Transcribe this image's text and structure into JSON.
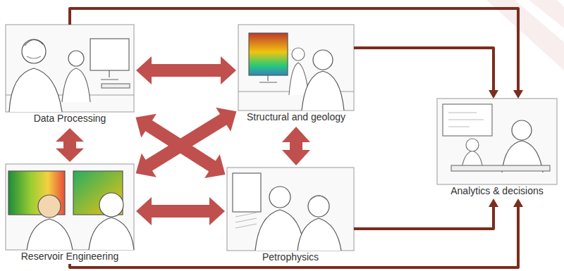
{
  "diagram": {
    "nodes": [
      {
        "text": [
          "Data Processing"
        ]
      },
      {
        "text": [
          "Structural and geology"
        ]
      },
      {
        "text": [
          "Reservoir Engineering"
        ]
      },
      {
        "text": [
          "Petrophysics"
        ]
      },
      {
        "text": [
          "Analytics & decisions"
        ]
      }
    ],
    "edges": [
      {
        "from": 0,
        "to": 1,
        "arrow": "both"
      },
      {
        "from": 0,
        "to": 2,
        "arrow": "both"
      },
      {
        "from": 1,
        "to": 3,
        "arrow": "both"
      },
      {
        "from": 2,
        "to": 3,
        "arrow": "both"
      },
      {
        "from": 0,
        "to": 3,
        "arrow": "both"
      },
      {
        "from": 1,
        "to": 2,
        "arrow": "both"
      },
      {
        "from": 0,
        "to": 4,
        "arrow": "to"
      },
      {
        "from": 1,
        "to": 4,
        "arrow": "to"
      },
      {
        "from": 3,
        "to": 4,
        "arrow": "to"
      },
      {
        "from": 2,
        "to": 4,
        "arrow": "to"
      }
    ]
  }
}
